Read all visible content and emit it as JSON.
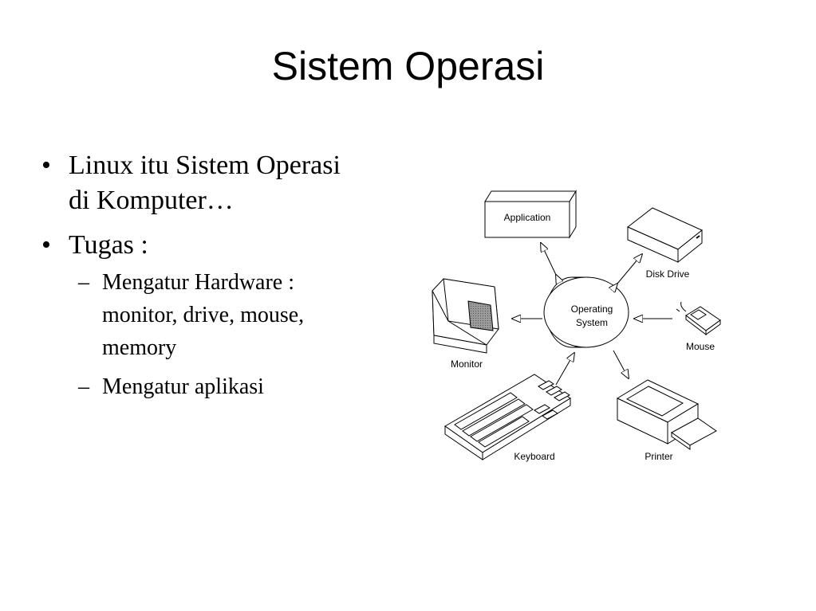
{
  "slide": {
    "title": "Sistem Operasi",
    "bullets": [
      {
        "text": "Linux itu Sistem Operasi di Komputer…",
        "lines": [
          "Linux itu Sistem Operasi",
          "di Komputer…"
        ]
      },
      {
        "text": "Tugas :",
        "lines": [
          "Tugas :"
        ],
        "sub": [
          {
            "text": "Mengatur Hardware : monitor, drive, mouse, memory",
            "lines": [
              "Mengatur Hardware :",
              "monitor, drive, mouse,",
              "memory"
            ]
          },
          {
            "text": "Mengatur aplikasi",
            "lines": [
              "Mengatur aplikasi"
            ]
          }
        ]
      }
    ],
    "bullet_glyph": "•",
    "sub_glyph": "–"
  },
  "diagram": {
    "center_label_line1": "Operating",
    "center_label_line2": "System",
    "application_label": "Application",
    "disk_drive_label": "Disk Drive",
    "monitor_label": "Monitor",
    "mouse_label": "Mouse",
    "keyboard_label": "Keyboard",
    "printer_label": "Printer"
  }
}
